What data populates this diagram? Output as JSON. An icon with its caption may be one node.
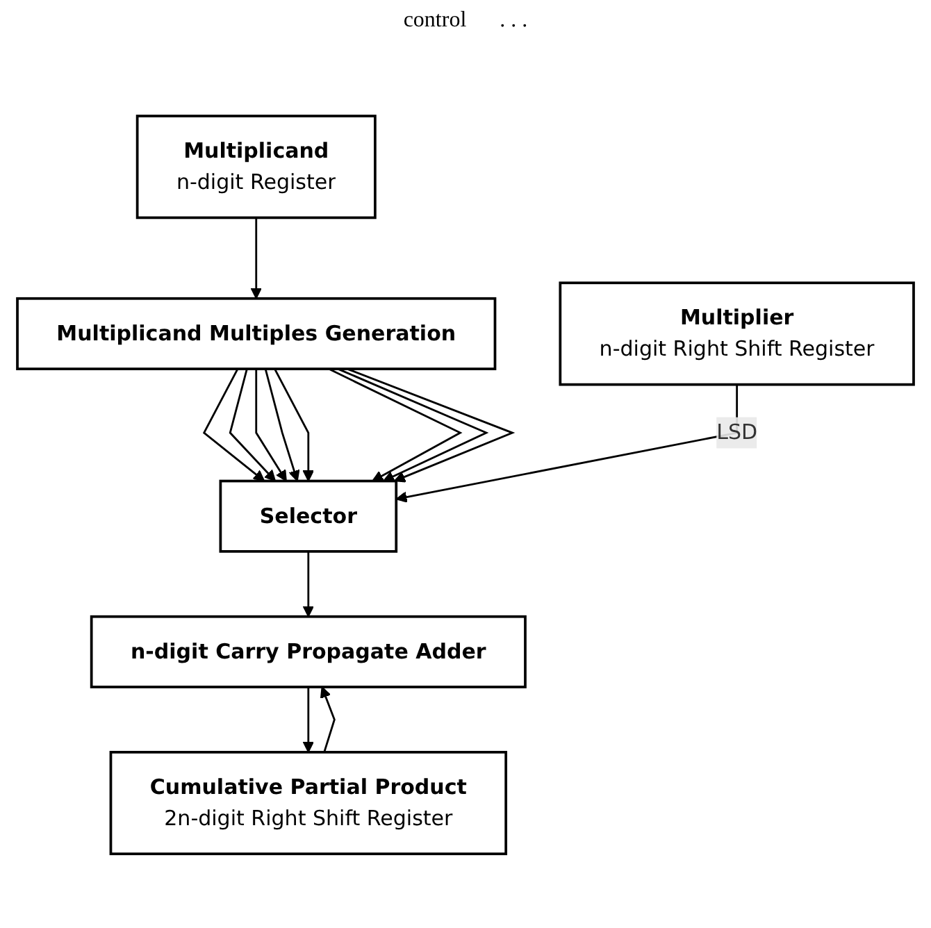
{
  "diagram": {
    "nodes": [
      {
        "text": [
          "Multiplier",
          "n-digit Right Shift Register"
        ]
      },
      {
        "text": [
          "Multiplicand",
          "n-digit Register"
        ]
      },
      {
        "text": [
          "Multiplicand Multiples Generation"
        ]
      },
      {
        "text": [
          "Selector"
        ]
      },
      {
        "text": [
          "Cumulative Partial Product",
          "2n-digit Right Shift Register"
        ]
      },
      {
        "text": [
          "n-digit Carry Propagate Adder"
        ]
      }
    ],
    "edges": [
      {
        "from": 1,
        "to": 2,
        "arrow": "to"
      },
      {
        "from": 2,
        "to": 3,
        "arrow": "to"
      },
      {
        "from": 2,
        "to": 3,
        "arrow": "to"
      },
      {
        "from": 2,
        "to": 3,
        "arrow": "to"
      },
      {
        "from": 2,
        "to": 3,
        "arrow": "to"
      },
      {
        "from": 2,
        "to": 3,
        "arrow": "to"
      },
      {
        "from": 2,
        "to": 3,
        "arrow": "to"
      },
      {
        "from": 2,
        "to": 3,
        "arrow": "to"
      },
      {
        "from": 2,
        "to": 3,
        "arrow": "to"
      },
      {
        "from": 0,
        "to": 3,
        "arrow": "to",
        "label": "LSD"
      },
      {
        "from": 3,
        "to": 5,
        "arrow": "to"
      },
      {
        "from": 4,
        "to": 5,
        "arrow": "to"
      },
      {
        "from": 5,
        "to": 4,
        "arrow": "to"
      }
    ],
    "labels": [
      "control",
      ". . ."
    ]
  }
}
